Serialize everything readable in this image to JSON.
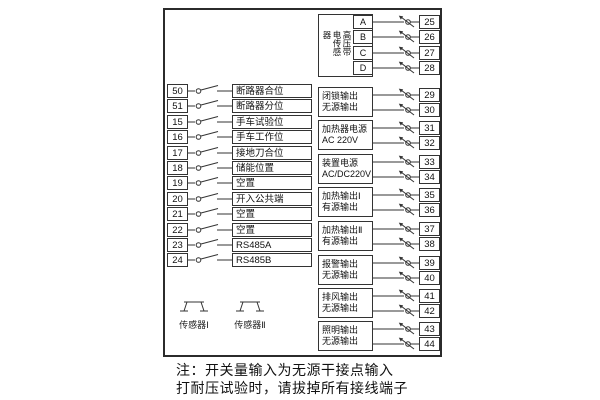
{
  "note": {
    "line1": "注：开关量输入为无源干接点输入",
    "line2": "打耐压试验时，请拔掉所有接线端子"
  },
  "left_terminals": [
    {
      "number": "50",
      "label": "断路器合位"
    },
    {
      "number": "51",
      "label": "断路器分位"
    },
    {
      "number": "15",
      "label": "手车试验位"
    },
    {
      "number": "16",
      "label": "手车工作位"
    },
    {
      "number": "17",
      "label": "接地刀合位"
    },
    {
      "number": "18",
      "label": "储能位置"
    },
    {
      "number": "19",
      "label": "空置"
    },
    {
      "number": "20",
      "label": "开入公共端"
    },
    {
      "number": "21",
      "label": "空置"
    },
    {
      "number": "22",
      "label": "空置"
    },
    {
      "number": "23",
      "label": "RS485A"
    },
    {
      "number": "24",
      "label": "RS485B"
    }
  ],
  "sensors": [
    {
      "label": "传感器Ⅰ"
    },
    {
      "label": "传感器Ⅱ"
    }
  ],
  "hv": {
    "label": "高压带电传感器",
    "channels": [
      {
        "letter": "A",
        "number": "25"
      },
      {
        "letter": "B",
        "number": "26"
      },
      {
        "letter": "C",
        "number": "27"
      },
      {
        "letter": "D",
        "number": "28"
      }
    ]
  },
  "right_groups": [
    {
      "lines": [
        "闭锁输出",
        "无源输出"
      ],
      "numbers": [
        "29",
        "30"
      ]
    },
    {
      "lines": [
        "加热器电源",
        "AC 220V"
      ],
      "numbers": [
        "31",
        "32"
      ]
    },
    {
      "lines": [
        "装置电源",
        "AC/DC220V"
      ],
      "numbers": [
        "33",
        "34"
      ]
    },
    {
      "lines": [
        "加热输出Ⅰ",
        "有源输出"
      ],
      "numbers": [
        "35",
        "36"
      ]
    },
    {
      "lines": [
        "加热输出Ⅱ",
        "有源输出"
      ],
      "numbers": [
        "37",
        "38"
      ]
    },
    {
      "lines": [
        "报警输出",
        "无源输出"
      ],
      "numbers": [
        "39",
        "40"
      ]
    },
    {
      "lines": [
        "排风输出",
        "无源输出"
      ],
      "numbers": [
        "41",
        "42"
      ]
    },
    {
      "lines": [
        "照明输出",
        "无源输出"
      ],
      "numbers": [
        "43",
        "44"
      ]
    }
  ],
  "colors": {
    "line": "#333333",
    "background": "#ffffff",
    "text": "#111111"
  }
}
